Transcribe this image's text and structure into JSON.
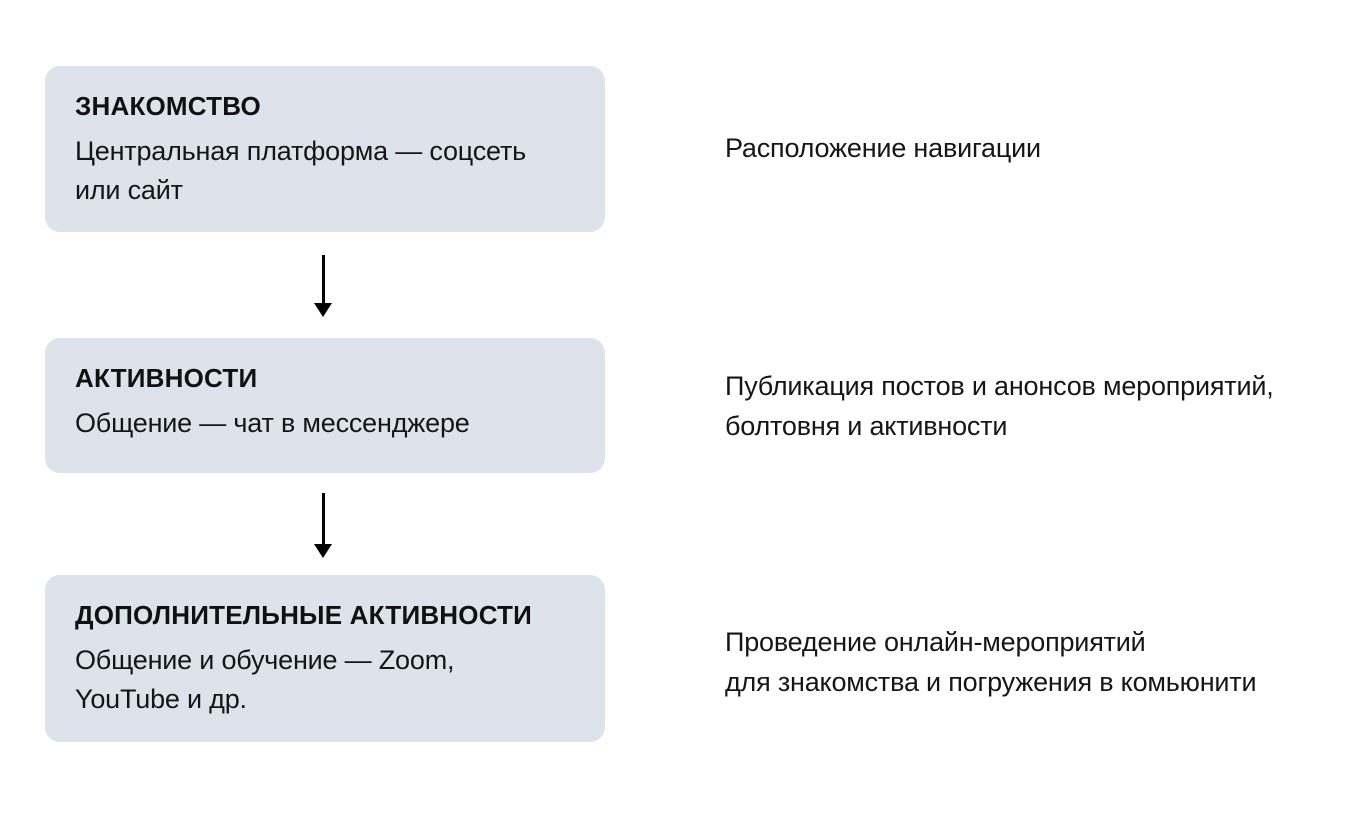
{
  "colors": {
    "page_background": "#ffffff",
    "box_background": "#dce3ea",
    "text": "#161616",
    "arrow": "#000000"
  },
  "flow": {
    "steps": [
      {
        "title": "ЗНАКОМСТВО",
        "description": "Центральная платформа — соцсеть\nили сайт",
        "annotation": "Расположение навигации"
      },
      {
        "title": "АКТИВНОСТИ",
        "description": "Общение — чат в мессенджере",
        "annotation": "Публикация постов и анонсов мероприятий,\nболтовня и активности"
      },
      {
        "title": "ДОПОЛНИТЕЛЬНЫЕ АКТИВНОСТИ",
        "description": "Общение и обучение — Zoom,\nYouTube и др.",
        "annotation": "Проведение онлайн-мероприятий\nдля знакомства и погружения в комьюнити"
      }
    ]
  }
}
